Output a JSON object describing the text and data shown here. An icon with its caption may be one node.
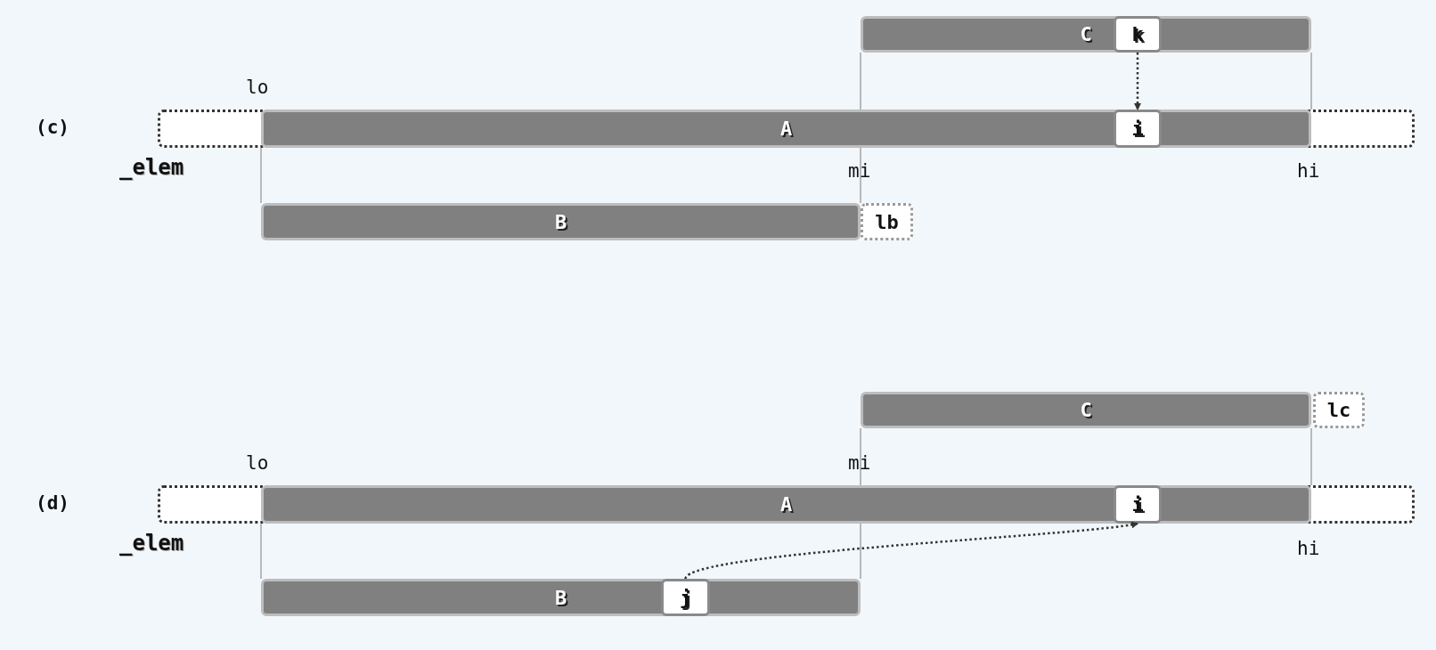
{
  "diagram": {
    "nodes": [
      {
        "text": [
          "C"
        ]
      },
      {
        "text": [
          "k"
        ],
        "in": 0
      },
      {
        "text": [
          "_elem"
        ]
      },
      {
        "text": [
          "A"
        ],
        "in": 2
      },
      {
        "text": [
          "i"
        ],
        "in": 3
      },
      {
        "text": [
          "B"
        ]
      },
      {
        "text": [
          "lb"
        ]
      },
      {
        "text": [
          "C"
        ]
      },
      {
        "text": [
          "lc"
        ]
      },
      {
        "text": [
          "_elem"
        ]
      },
      {
        "text": [
          "A"
        ],
        "in": 9
      },
      {
        "text": [
          "i"
        ],
        "in": 10
      },
      {
        "text": [
          "B"
        ]
      },
      {
        "text": [
          "j"
        ],
        "in": 12
      }
    ],
    "edges": [
      {
        "from": 1,
        "to": 4,
        "arrow": "to",
        "style": "dashed"
      },
      {
        "from": 13,
        "to": 11,
        "arrow": "to",
        "style": "dashed"
      }
    ],
    "labels": [
      "lo",
      "(c)",
      "mi",
      "hi",
      "lo",
      "mi",
      "(d)",
      "hi"
    ]
  }
}
